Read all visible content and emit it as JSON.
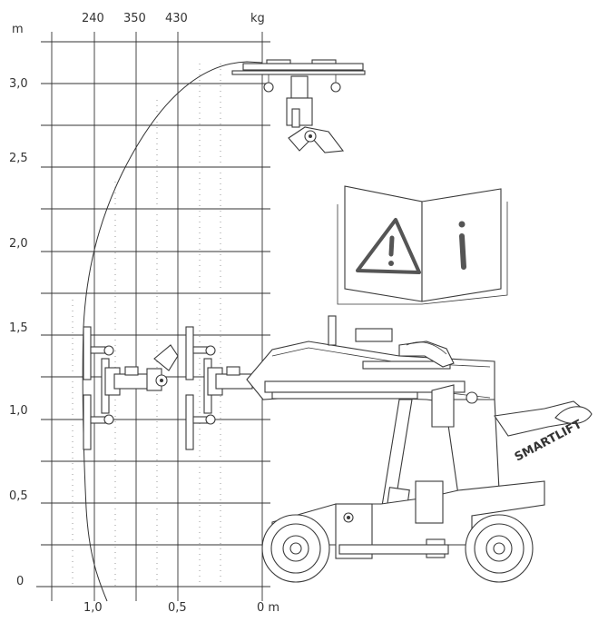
{
  "units": {
    "height": "m",
    "load": "kg",
    "reach_zero": "0 m"
  },
  "load_ticks": [
    "240",
    "350",
    "430"
  ],
  "height_ticks": [
    "3,0",
    "2,5",
    "2,0",
    "1,5",
    "1,0",
    "0,5",
    "0"
  ],
  "reach_ticks": [
    "1,0",
    "0,5"
  ],
  "machine_brand": "SMARTLIFT",
  "icons": [
    "warning-triangle-icon",
    "info-icon",
    "manual-book-icon"
  ],
  "colors": {
    "line": "#333333",
    "dots": "#9a9a9a",
    "background": "#ffffff"
  }
}
